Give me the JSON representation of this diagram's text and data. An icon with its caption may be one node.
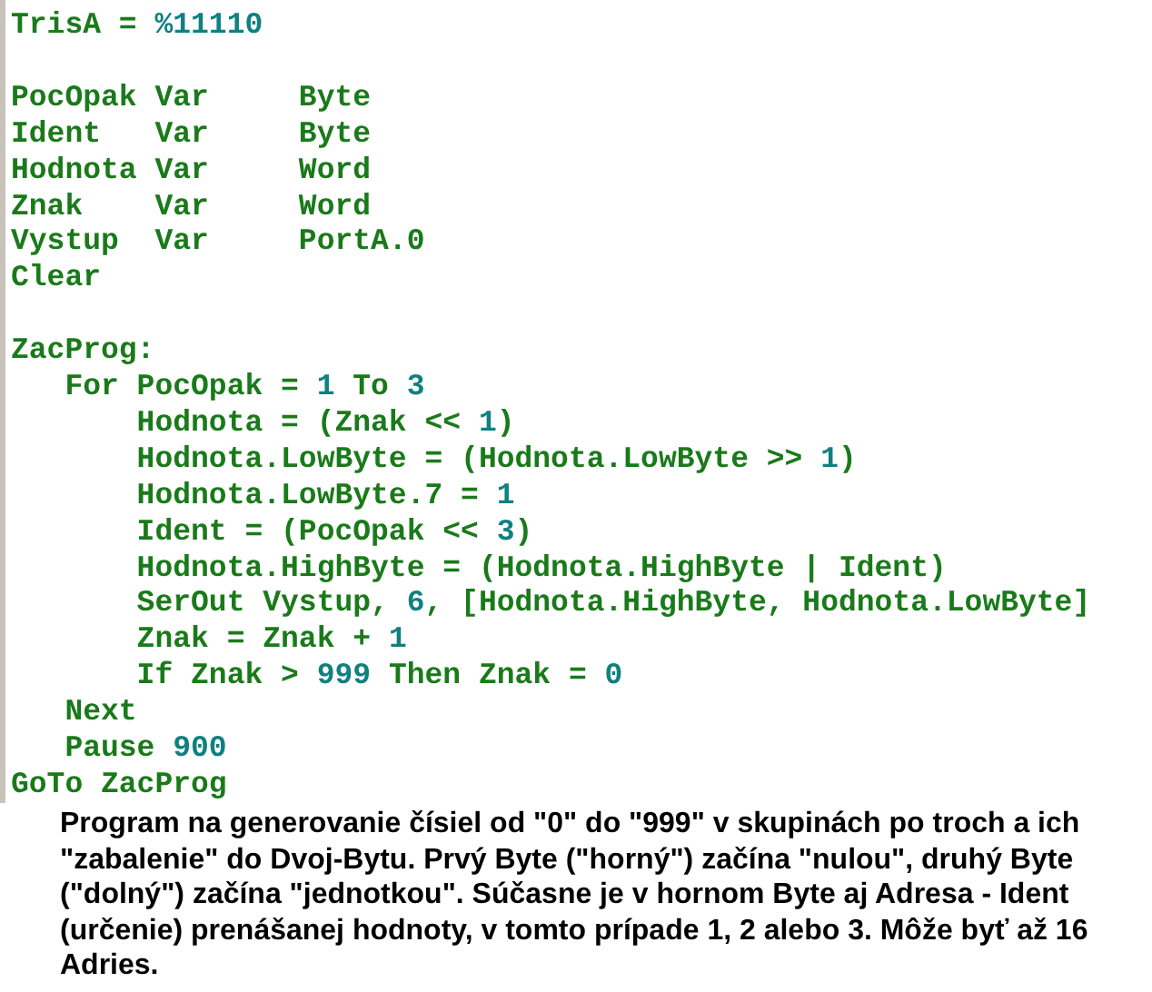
{
  "diagram": {
    "labels": [
      "TrisA = %11110",
      "PocOpak Var     Byte",
      "Ident   Var     Byte",
      "Hodnota Var     Word",
      "Znak    Var     Word",
      "Vystup  Var     PortA.0",
      "Clear",
      "ZacProg:",
      "   For PocOpak = 1 To 3",
      "       Hodnota = (Znak << 1)",
      "       Hodnota.LowByte = (Hodnota.LowByte >> 1)",
      "       Hodnota.LowByte.7 = 1",
      "       Ident = (PocOpak << 3)",
      "       Hodnota.HighByte = (Hodnota.HighByte | Ident)",
      "       SerOut Vystup, 6, [Hodnota.HighByte, Hodnota.LowByte]",
      "       Znak = Znak + 1",
      "       If Znak > 999 Then Znak = 0",
      "   Next",
      "   Pause 900",
      "GoTo ZacProg"
    ],
    "caption": "Program na generovanie čísiel od \"0\" do \"999\" v skupinách po troch a ich \"zabalenie\" do Dvoj-Bytu. Prvý Byte (\"horný\") začína \"nulou\", druhý Byte (\"dolný\") začína \"jednotkou\". Súčasne je v hornom Byte aj Adresa - Ident (určenie) prenášanej hodnoty, v tomto prípade 1, 2 alebo 3. Môže byť až 16 Adries."
  }
}
